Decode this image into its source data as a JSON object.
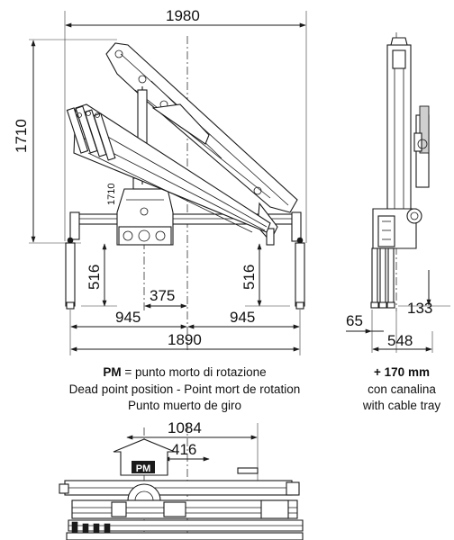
{
  "dimensions": {
    "overall_width": "1980",
    "height": "1710",
    "inner_height": "1710",
    "left_leg_height": "516",
    "right_leg_height": "516",
    "dead_point_offset": "375",
    "left_half_width": "945",
    "right_half_width": "945",
    "base_width": "1890",
    "side_height": "133",
    "side_offset": "65",
    "side_width": "548",
    "top_length": "1084",
    "top_offset": "416"
  },
  "captions": {
    "pm_bold": "PM",
    "pm_rest": " = punto morto di rotazione",
    "dead_point_line2": "Dead point position - Point mort de rotation",
    "dead_point_line3": "Punto muerto de giro",
    "cable_bold": "+ 170 mm",
    "cable_line2": "con canalina",
    "cable_line3": "with cable tray"
  },
  "pm_marker": "PM"
}
